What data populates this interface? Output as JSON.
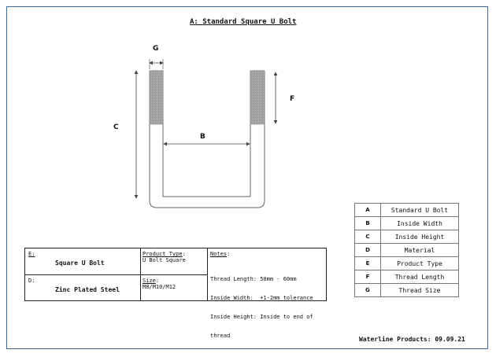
{
  "title": "A: Standard Square U Bolt",
  "dimension_labels": {
    "g": "G",
    "f": "F",
    "c": "C",
    "b": "B"
  },
  "spec": {
    "name_key": "E:",
    "name_value": "Square U Bolt",
    "product_type_label": "Product Type",
    "product_type_value": "U Bolt Square",
    "notes_label": "Notes",
    "notes": [
      "Thread Length: 50mm - 60mm",
      "Inside Width:  +1-2mm tolerance",
      "Inside Height: Inside to end of",
      "thread"
    ],
    "finish_key": "D:",
    "finish_value": "Zinc Plated Steel",
    "size_label": "Size",
    "size_value": "M8/M10/M12"
  },
  "legend": [
    {
      "key": "A",
      "value": "Standard U Bolt"
    },
    {
      "key": "B",
      "value": "Inside Width"
    },
    {
      "key": "C",
      "value": "Inside Height"
    },
    {
      "key": "D",
      "value": "Material"
    },
    {
      "key": "E",
      "value": "Product Type"
    },
    {
      "key": "F",
      "value": "Thread Length"
    },
    {
      "key": "G",
      "value": "Thread Size"
    }
  ],
  "footer": "Waterline Products: 09.09.21"
}
